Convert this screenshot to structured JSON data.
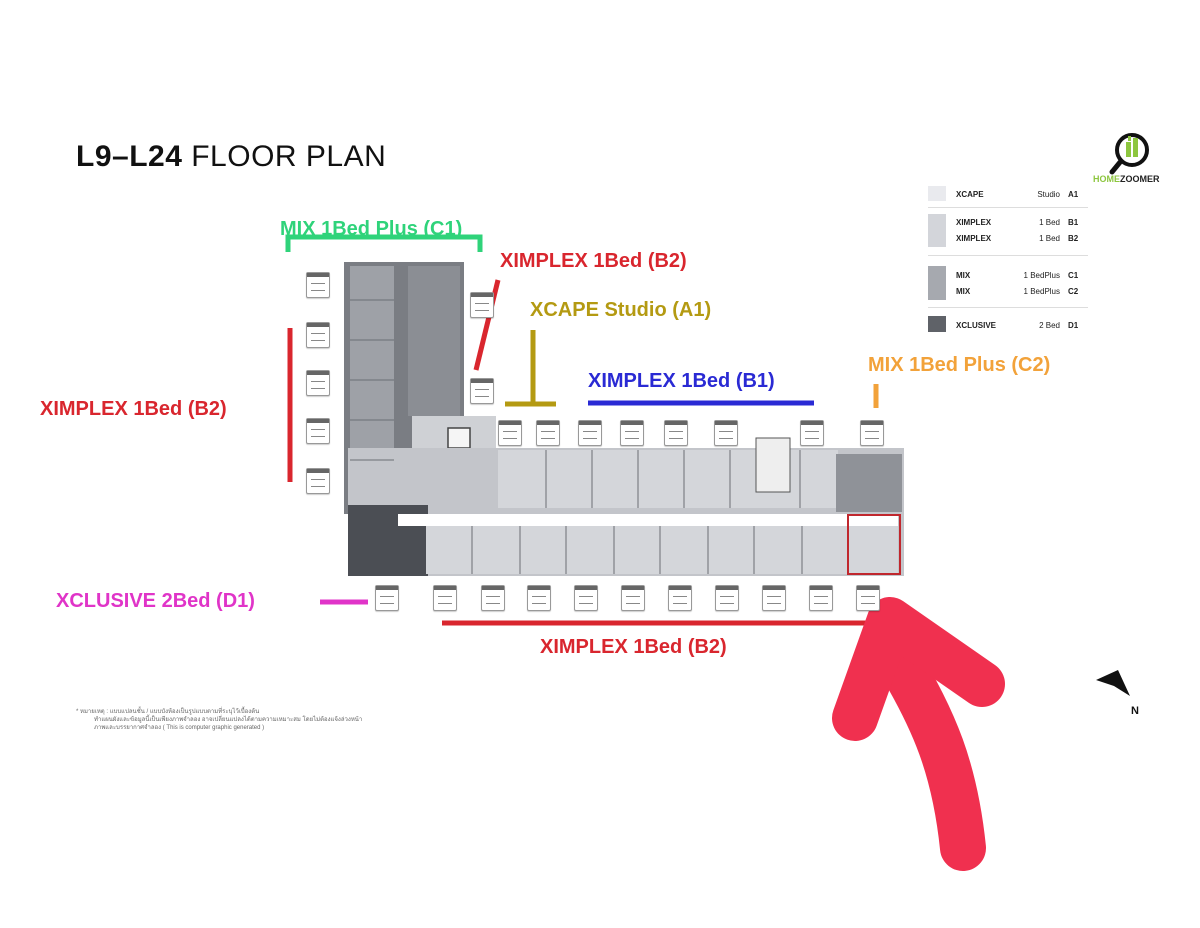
{
  "title": {
    "bold": "L9–L24",
    "rest": "FLOOR PLAN"
  },
  "logo": {
    "text_a": "HOME",
    "text_b": "ZOOMER"
  },
  "legend": [
    {
      "name": "XCAPE",
      "type": "Studio",
      "code": "A1",
      "color": "#e9eaee"
    },
    {
      "name": "XIMPLEX",
      "type": "1 Bed",
      "code": "B1",
      "color": "#d3d5da"
    },
    {
      "name": "XIMPLEX",
      "type": "1 Bed",
      "code": "B2",
      "color": "#d3d5da"
    },
    {
      "name": "MIX",
      "type": "1 BedPlus",
      "code": "C1",
      "color": "#a6a9af"
    },
    {
      "name": "MIX",
      "type": "1 BedPlus",
      "code": "C2",
      "color": "#a6a9af"
    },
    {
      "name": "XCLUSIVE",
      "type": "2 Bed",
      "code": "D1",
      "color": "#5f6268"
    }
  ],
  "labels": {
    "mix_c1": "MIX 1Bed Plus (C1)",
    "ximplex_b2_top": "XIMPLEX 1Bed (B2)",
    "xcape_a1": "XCAPE Studio (A1)",
    "ximplex_b1": "XIMPLEX 1Bed (B1)",
    "mix_c2": "MIX 1Bed Plus (C2)",
    "ximplex_b2_left": "XIMPLEX 1Bed (B2)",
    "xclusive_d1": "XCLUSIVE 2Bed (D1)",
    "ximplex_b2_bottom": "XIMPLEX 1Bed (B2)"
  },
  "note": {
    "line1": "* หมายเหตุ : แบบแปลนชั้น / แบบบังห้องเป็นรูปแบบตามที่ระบุไว้เบื้องต้น",
    "line2": "ทำแผนผังและข้อมูลนี้เป็นเพียงภาพจำลอง อาจเปลี่ยนแปลงได้ตามความเหมาะสม โดยไม่ต้องแจ้งล่วงหน้า",
    "line3": "ภาพและบรรยากาศจำลอง ( This is computer graphic generated )"
  },
  "compass": {
    "label": "N"
  },
  "colors": {
    "red": "#d9262e",
    "green": "#2fd37a",
    "olive": "#b49a12",
    "blue": "#2a2ad4",
    "orange": "#f2a23a",
    "magenta": "#e034c8",
    "arrow": "#f0304f",
    "highlight_box": "#c0272d"
  }
}
